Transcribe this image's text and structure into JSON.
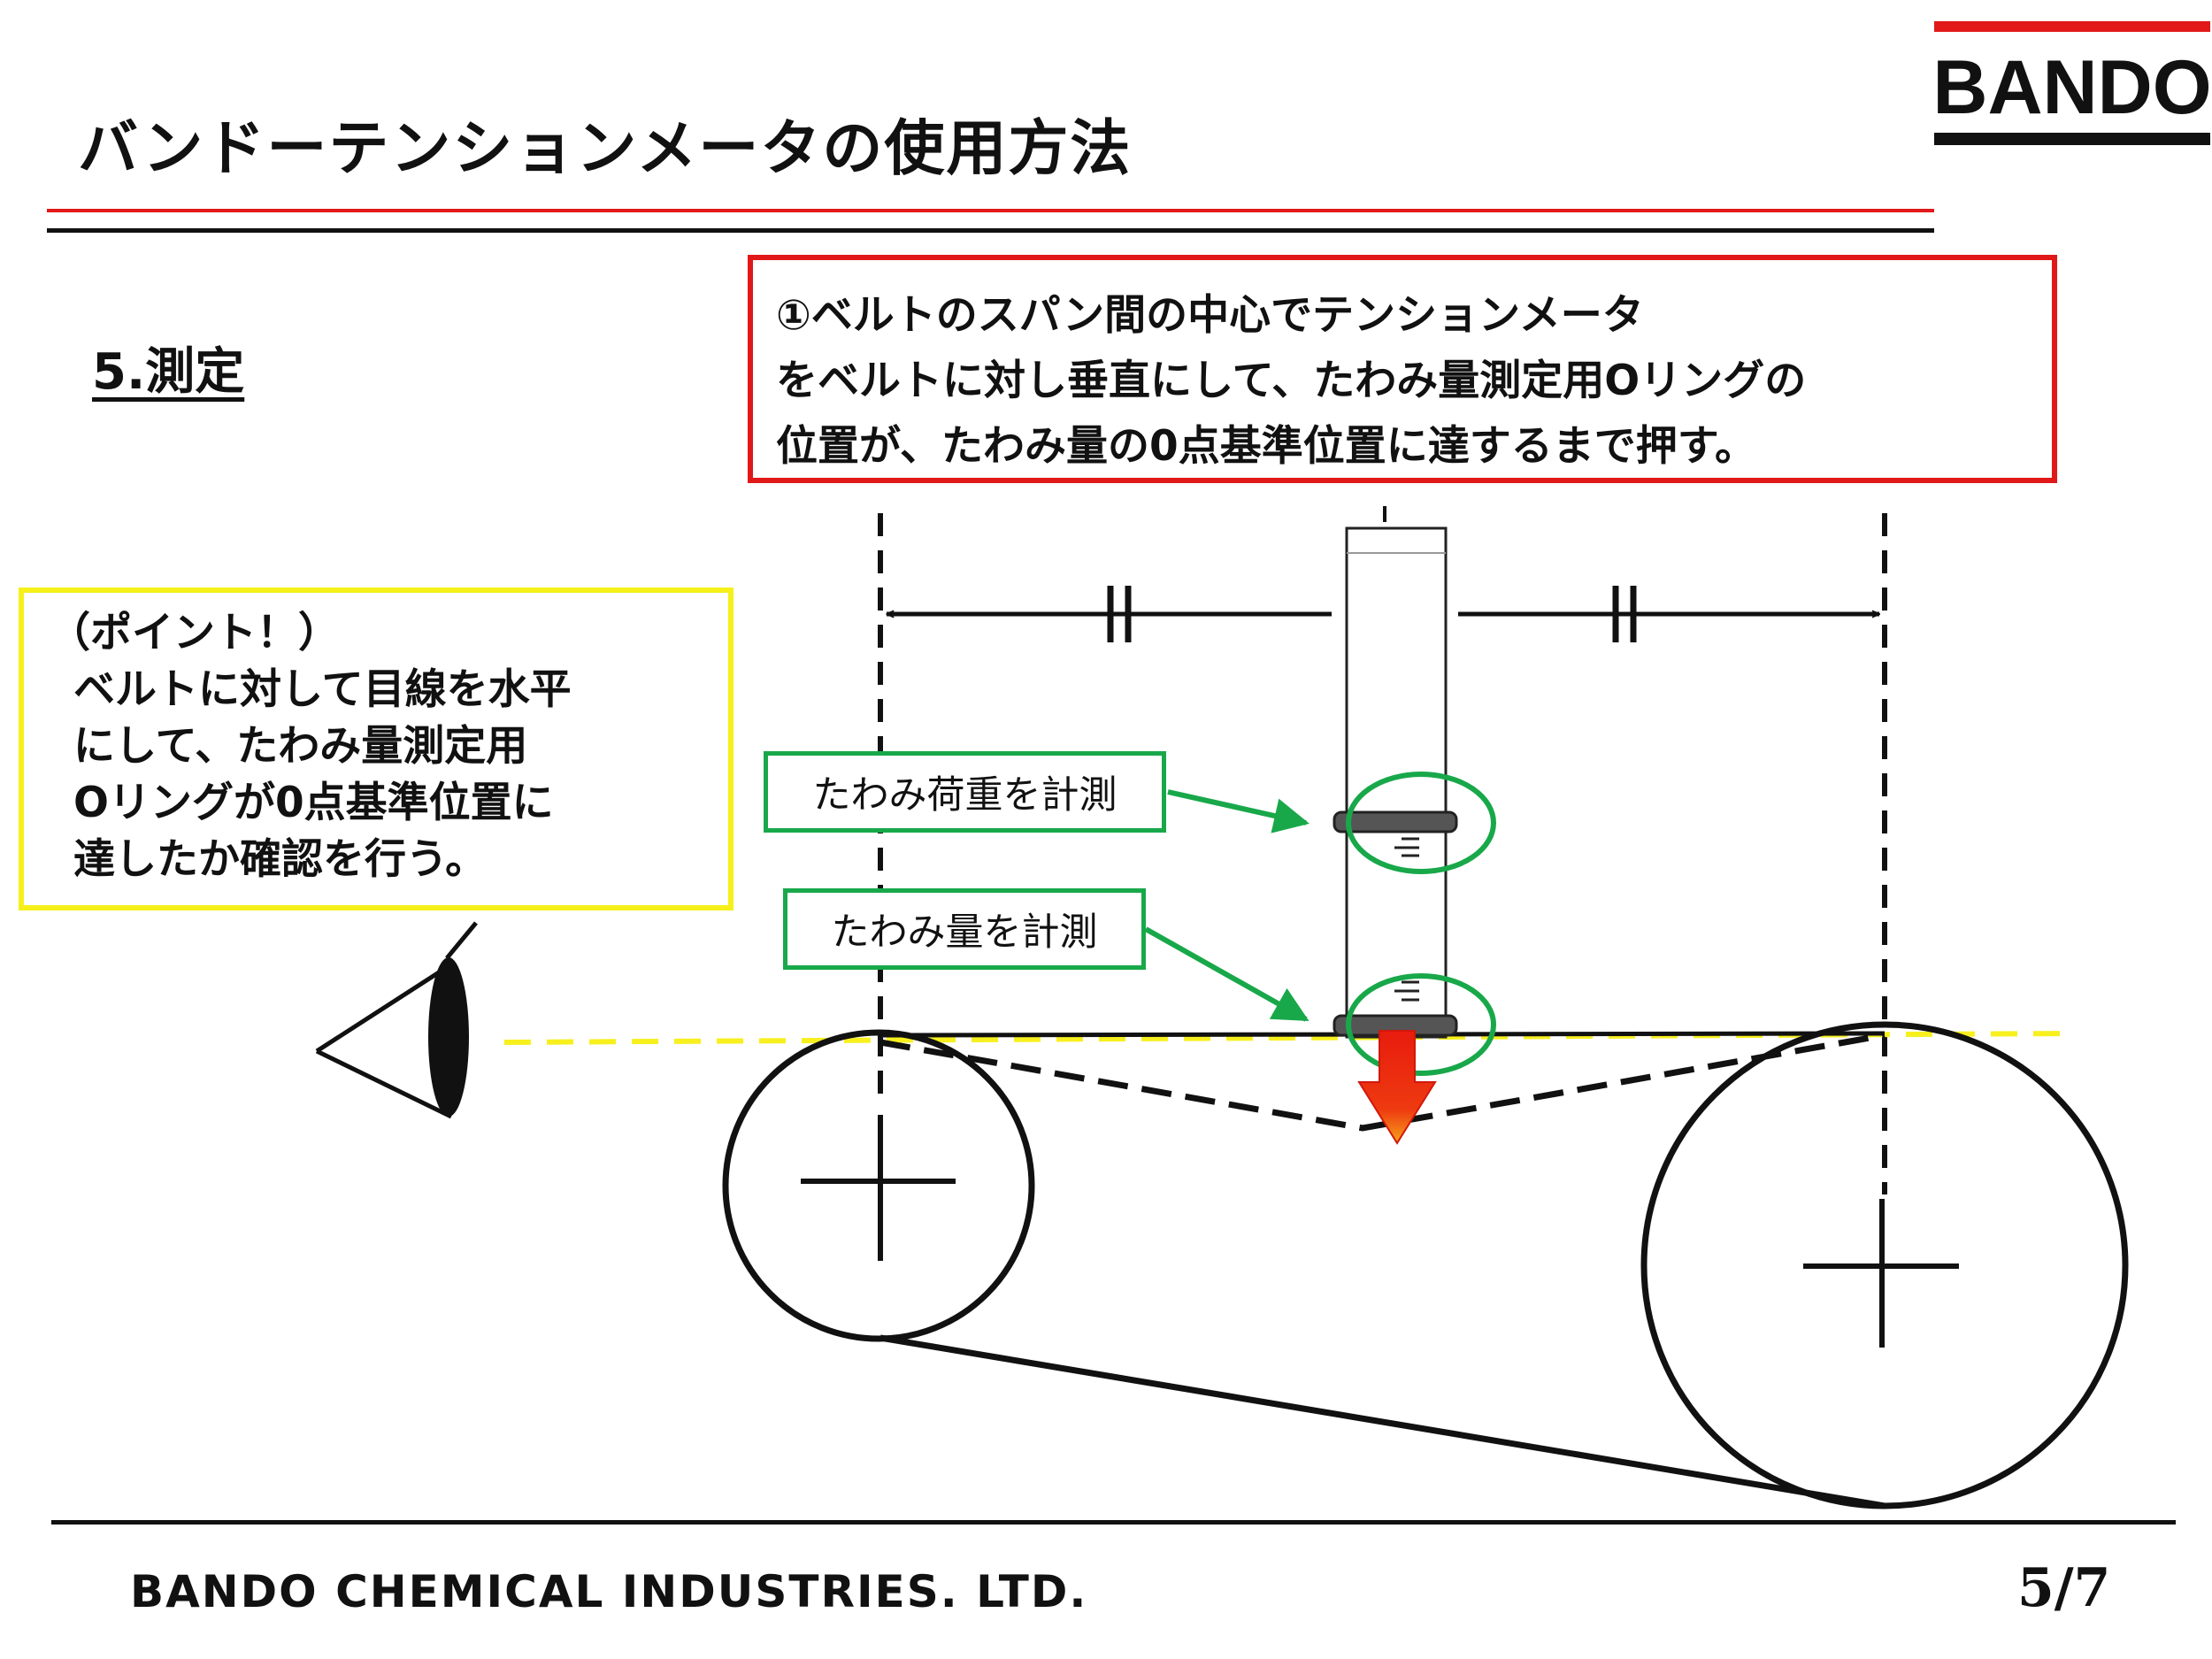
{
  "header": {
    "title": "バンドーテンションメータの使用方法",
    "logo_text": "BANDO"
  },
  "section": {
    "title": "5.測定"
  },
  "instruction": {
    "lines": [
      "①ベルトのスパン間の中心でテンションメータ",
      "をベルトに対し垂直にして、たわみ量測定用Oリングの",
      "位置が、たわみ量の0点基準位置に達するまで押す。"
    ]
  },
  "point": {
    "heading": "（ポイント！）",
    "lines": [
      "ベルトに対して目線を水平",
      "にして、たわみ量測定用",
      "Oリングが0点基準位置に",
      "達したか確認を行う。"
    ]
  },
  "callouts": {
    "load": "たわみ荷重を計測",
    "deflection": "たわみ量を計測"
  },
  "footer": {
    "company": "BANDO CHEMICAL INDUSTRIES. LTD.",
    "page": "5/7"
  },
  "colors": {
    "accent_red": "#e11919",
    "point_yellow": "#f6f01a",
    "callout_green": "#18a84a",
    "eye_line_yellow": "#f7f01e",
    "push_arrow_red": "#e81c0e",
    "push_arrow_orange": "#f7a21b"
  },
  "icons": {
    "eye": "eye-icon",
    "push": "down-arrow-icon"
  }
}
